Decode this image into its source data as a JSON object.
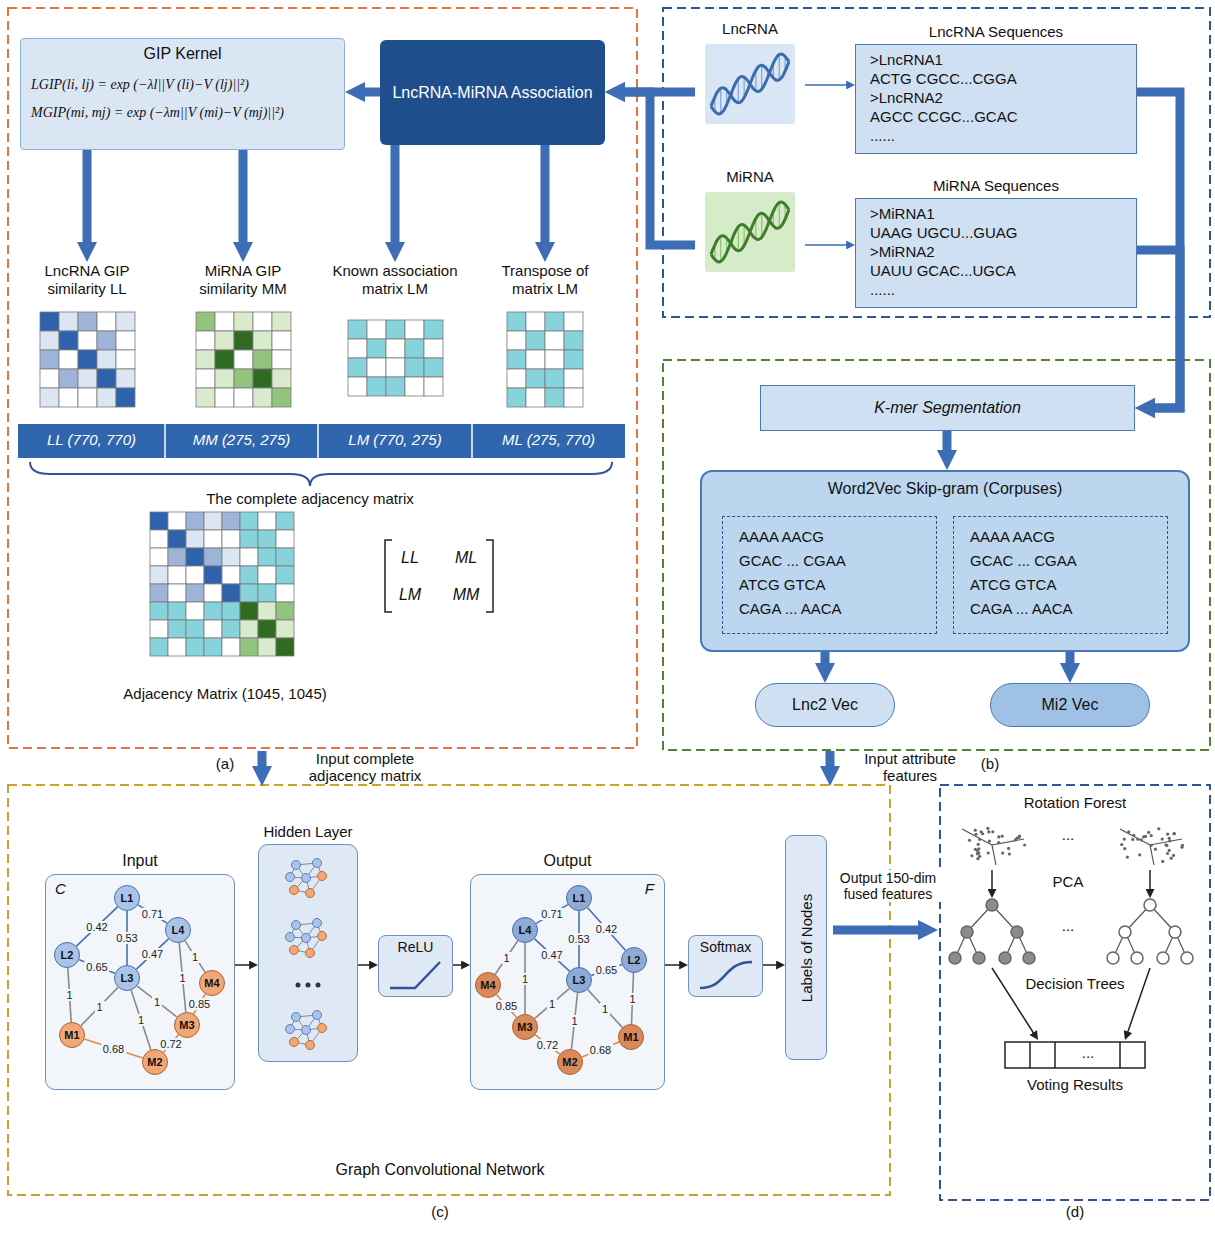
{
  "diagram": {
    "nodes": [
      {
        "text": [
          "GIP Kernel",
          "LGIP(li, lj) = exp (−λl||V (li)−V (lj)||²)",
          "MGIP(mi, mj) = exp (−λm||V (mi)−V (mj)||²)"
        ]
      },
      {
        "text": [
          "LncRNA-MiRNA Association"
        ]
      },
      {
        "text": [
          "LncRNA GIP similarity LL"
        ]
      },
      {
        "text": [
          "MiRNA GIP similarity MM"
        ]
      },
      {
        "text": [
          "Known association matrix LM"
        ]
      },
      {
        "text": [
          "Transpose of matrix LM"
        ]
      },
      {
        "text": [
          "LncRNA"
        ]
      },
      {
        "text": [
          "LncRNA Sequences",
          ">LncRNA1",
          "ACTG CGCC...CGGA",
          ">LncRNA2",
          "AGCC CCGC...GCAC",
          "......"
        ]
      },
      {
        "text": [
          "MiRNA"
        ]
      },
      {
        "text": [
          "MiRNA Sequences",
          ">MiRNA1",
          "UAAG UGCU...GUAG",
          ">MiRNA2",
          "UAUU GCAC...UGCA",
          "......"
        ]
      },
      {
        "text": [
          "K-mer Segmentation"
        ]
      },
      {
        "text": [
          "Word2Vec Skip-gram (Corpuses)"
        ]
      },
      {
        "text": [
          "AAAA AACG",
          "GCAC ... CGAA",
          "ATCG GTCA",
          "CAGA ... AACA"
        ],
        "in": 11
      },
      {
        "text": [
          "AAAA AACG",
          "GCAC ... CGAA",
          "ATCG GTCA",
          "CAGA ... AACA"
        ],
        "in": 11
      },
      {
        "text": [
          "Lnc2 Vec"
        ]
      },
      {
        "text": [
          "Mi2 Vec"
        ]
      },
      {
        "text": [
          "Input",
          "C"
        ]
      },
      {
        "text": [
          "Hidden Layer"
        ]
      },
      {
        "text": [
          "ReLU"
        ]
      },
      {
        "text": [
          "Output",
          "F"
        ]
      },
      {
        "text": [
          "Softmax"
        ]
      },
      {
        "text": [
          "Labels of Nodes"
        ]
      },
      {
        "text": [
          "L1"
        ],
        "in": 16
      },
      {
        "text": [
          "L2"
        ],
        "in": 16
      },
      {
        "text": [
          "L3"
        ],
        "in": 16
      },
      {
        "text": [
          "L4"
        ],
        "in": 16
      },
      {
        "text": [
          "M1"
        ],
        "in": 16
      },
      {
        "text": [
          "M2"
        ],
        "in": 16
      },
      {
        "text": [
          "M3"
        ],
        "in": 16
      },
      {
        "text": [
          "M4"
        ],
        "in": 16
      },
      {
        "text": [
          "L1"
        ],
        "in": 19
      },
      {
        "text": [
          "L2"
        ],
        "in": 19
      },
      {
        "text": [
          "L3"
        ],
        "in": 19
      },
      {
        "text": [
          "L4"
        ],
        "in": 19
      },
      {
        "text": [
          "M1"
        ],
        "in": 19
      },
      {
        "text": [
          "M2"
        ],
        "in": 19
      },
      {
        "text": [
          "M3"
        ],
        "in": 19
      },
      {
        "text": [
          "M4"
        ],
        "in": 19
      }
    ],
    "edges": [
      {
        "from": 1,
        "to": 0,
        "arrow": "to"
      },
      {
        "from": 0,
        "to": 2,
        "arrow": "to"
      },
      {
        "from": 0,
        "to": 3,
        "arrow": "to"
      },
      {
        "from": 1,
        "to": 4,
        "arrow": "to"
      },
      {
        "from": 1,
        "to": 5,
        "arrow": "to"
      },
      {
        "from": 6,
        "to": 1,
        "arrow": "to"
      },
      {
        "from": 8,
        "to": 1,
        "arrow": "to"
      },
      {
        "from": 6,
        "to": 7,
        "arrow": "to"
      },
      {
        "from": 8,
        "to": 9,
        "arrow": "to"
      },
      {
        "from": 7,
        "to": 10,
        "arrow": "to"
      },
      {
        "from": 9,
        "to": 10,
        "arrow": "to"
      },
      {
        "from": 10,
        "to": 11,
        "arrow": "to"
      },
      {
        "from": 11,
        "to": 14,
        "arrow": "to"
      },
      {
        "from": 11,
        "to": 15,
        "arrow": "to"
      },
      {
        "from": 16,
        "to": 17,
        "arrow": "to"
      },
      {
        "from": 17,
        "to": 18,
        "arrow": "to"
      },
      {
        "from": 18,
        "to": 19,
        "arrow": "to"
      },
      {
        "from": 19,
        "to": 20,
        "arrow": "to"
      },
      {
        "from": 20,
        "to": 21,
        "arrow": "to"
      },
      {
        "from": 22,
        "to": 23,
        "arrow": "none",
        "label": "0.42"
      },
      {
        "from": 22,
        "to": 25,
        "arrow": "none",
        "label": "0.71"
      },
      {
        "from": 22,
        "to": 24,
        "arrow": "none",
        "label": "0.53"
      },
      {
        "from": 23,
        "to": 24,
        "arrow": "none",
        "label": "0.65"
      },
      {
        "from": 24,
        "to": 25,
        "arrow": "none",
        "label": "0.47"
      },
      {
        "from": 25,
        "to": 29,
        "arrow": "none",
        "label": "1"
      },
      {
        "from": 25,
        "to": 28,
        "arrow": "none",
        "label": "1"
      },
      {
        "from": 29,
        "to": 28,
        "arrow": "none",
        "label": "0.85"
      },
      {
        "from": 23,
        "to": 26,
        "arrow": "none",
        "label": "1"
      },
      {
        "from": 24,
        "to": 26,
        "arrow": "none",
        "label": "1"
      },
      {
        "from": 24,
        "to": 27,
        "arrow": "none",
        "label": "1"
      },
      {
        "from": 24,
        "to": 28,
        "arrow": "none",
        "label": "1"
      },
      {
        "from": 26,
        "to": 27,
        "arrow": "none",
        "label": "0.68"
      },
      {
        "from": 27,
        "to": 28,
        "arrow": "none",
        "label": "0.72"
      },
      {
        "from": 30,
        "to": 33,
        "arrow": "none",
        "label": "0.71"
      },
      {
        "from": 30,
        "to": 31,
        "arrow": "none",
        "label": "0.42"
      },
      {
        "from": 30,
        "to": 32,
        "arrow": "none",
        "label": "0.53"
      },
      {
        "from": 32,
        "to": 31,
        "arrow": "none",
        "label": "0.65"
      },
      {
        "from": 33,
        "to": 32,
        "arrow": "none",
        "label": "0.47"
      },
      {
        "from": 33,
        "to": 37,
        "arrow": "none",
        "label": "1"
      },
      {
        "from": 33,
        "to": 36,
        "arrow": "none",
        "label": "1"
      },
      {
        "from": 37,
        "to": 36,
        "arrow": "none",
        "label": "0.85"
      },
      {
        "from": 32,
        "to": 36,
        "arrow": "none",
        "label": "1"
      },
      {
        "from": 32,
        "to": 35,
        "arrow": "none",
        "label": "1"
      },
      {
        "from": 32,
        "to": 34,
        "arrow": "none",
        "label": "1"
      },
      {
        "from": 31,
        "to": 34,
        "arrow": "none",
        "label": "1"
      },
      {
        "from": 36,
        "to": 35,
        "arrow": "none",
        "label": "0.72"
      },
      {
        "from": 35,
        "to": 34,
        "arrow": "none",
        "label": "0.68"
      }
    ],
    "labels": [
      "LL (770, 770)",
      "MM (275, 275)",
      "LM (770, 275)",
      "ML (275, 770)",
      "The complete adjacency matrix",
      "LL",
      "ML",
      "LM",
      "MM",
      "Adjacency Matrix (1045, 1045)",
      "(a)",
      "Input complete adjacency matrix",
      "(b)",
      "Input attribute features",
      "Graph Convolutional Network",
      "(c)",
      "Output 150-dim fused features",
      "Rotation Forest",
      "...",
      "PCA",
      "...",
      "Decision Trees",
      "...",
      "Voting Results",
      "(d)"
    ]
  }
}
